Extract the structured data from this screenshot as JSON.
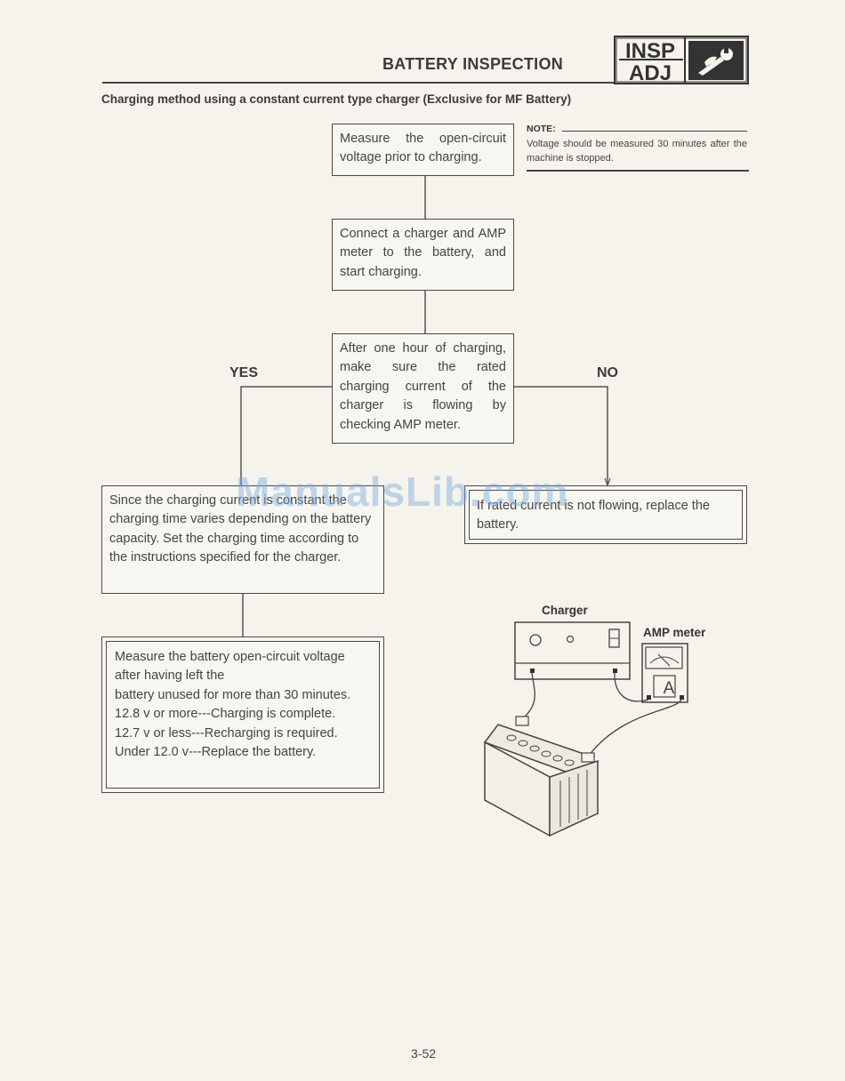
{
  "header": {
    "title": "BATTERY INSPECTION",
    "badge_top": "INSP",
    "badge_bottom": "ADJ",
    "badge_icon": "wrench-hand-icon"
  },
  "subtitle": "Charging method using a constant current type charger (Exclusive for MF Battery)",
  "note": {
    "label": "NOTE:",
    "text": "Voltage should be measured 30 minutes after the machine is stopped."
  },
  "flow": {
    "step1": "Measure the open-circuit voltage prior to charging.",
    "step2": "Connect a charger and AMP meter to the battery, and start charging.",
    "step3": "After one hour of charging, make sure the rated charging current of the charger is flowing by checking AMP meter.",
    "yes_label": "YES",
    "no_label": "NO",
    "yes_box": "Since the charging current is constant the charging time varies depending on the battery capacity. Set the charging time according to the instructions specified for the charger.",
    "no_box": "If rated current is not flowing, replace the battery.",
    "final_lines": [
      "Measure the battery open-circuit voltage after having left the",
      "battery unused for more than 30 minutes.",
      "12.8 v or more---Charging is complete.",
      "12.7 v or less---Recharging is required.",
      "Under 12.0 v---Replace the battery."
    ]
  },
  "diagram": {
    "charger_label": "Charger",
    "amp_meter_label": "AMP meter",
    "meter_symbol": "A"
  },
  "watermark": "ManualsLib.com",
  "page_number": "3-52"
}
